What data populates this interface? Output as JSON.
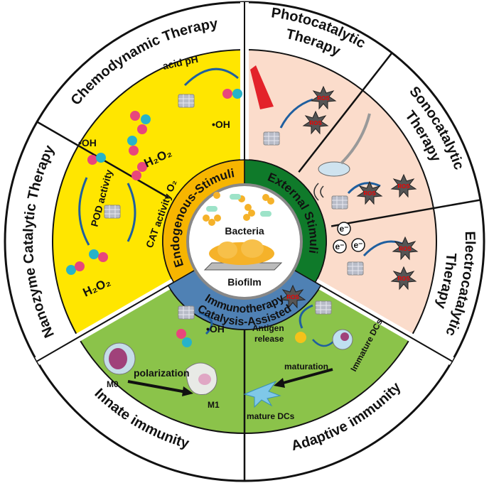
{
  "sectors": {
    "nanozyme": {
      "title": "Nanozyme Catalytic Therapy",
      "oh": "•OH",
      "pod": "POD activity",
      "cat": "CAT activity O₂",
      "h2o2": "H₂O₂"
    },
    "chemodynamic": {
      "title": "Chemodynamic Therapy",
      "acid": "acid pH",
      "oh": "•OH",
      "h2o2": "H₂O₂"
    },
    "photocatalytic": {
      "title_line1": "Photocatalytic",
      "title_line2": "Therapy",
      "ros": "ROS"
    },
    "sonocatalytic": {
      "title_line1": "Sonocatalytic",
      "title_line2": "Therapy",
      "ros": "ROS"
    },
    "electrocatalytic": {
      "title_line1": "Electrocatalytic",
      "title_line2": "Therapy",
      "electron": "e⁻",
      "ros": "ROS"
    },
    "innate": {
      "title": "Innate immunity",
      "oh": "•OH",
      "polarization": "polarization",
      "m0": "M0",
      "m1": "M1"
    },
    "adaptive": {
      "title": "Adaptive immunity",
      "ros": "ROS",
      "antigen_line1": "Antigen",
      "antigen_line2": "release",
      "immature": "Immature DCs",
      "maturation": "maturation",
      "mature": "mature DCs"
    }
  },
  "inner_ring": {
    "endogenous": "Endogenous-Stimuli",
    "external": "External Stimuli",
    "catalysis_line1": "Catalysis-Assisted",
    "catalysis_line2": "Immunotherapy"
  },
  "center": {
    "bacteria": "Bacteria",
    "biofilm": "Biofilm"
  },
  "colors": {
    "yellow": "#ffe600",
    "pink": "#fbdccb",
    "green": "#8bc34a",
    "orange": "#f7b500",
    "dark_green": "#0f7a2a",
    "blue": "#4f81b4"
  }
}
